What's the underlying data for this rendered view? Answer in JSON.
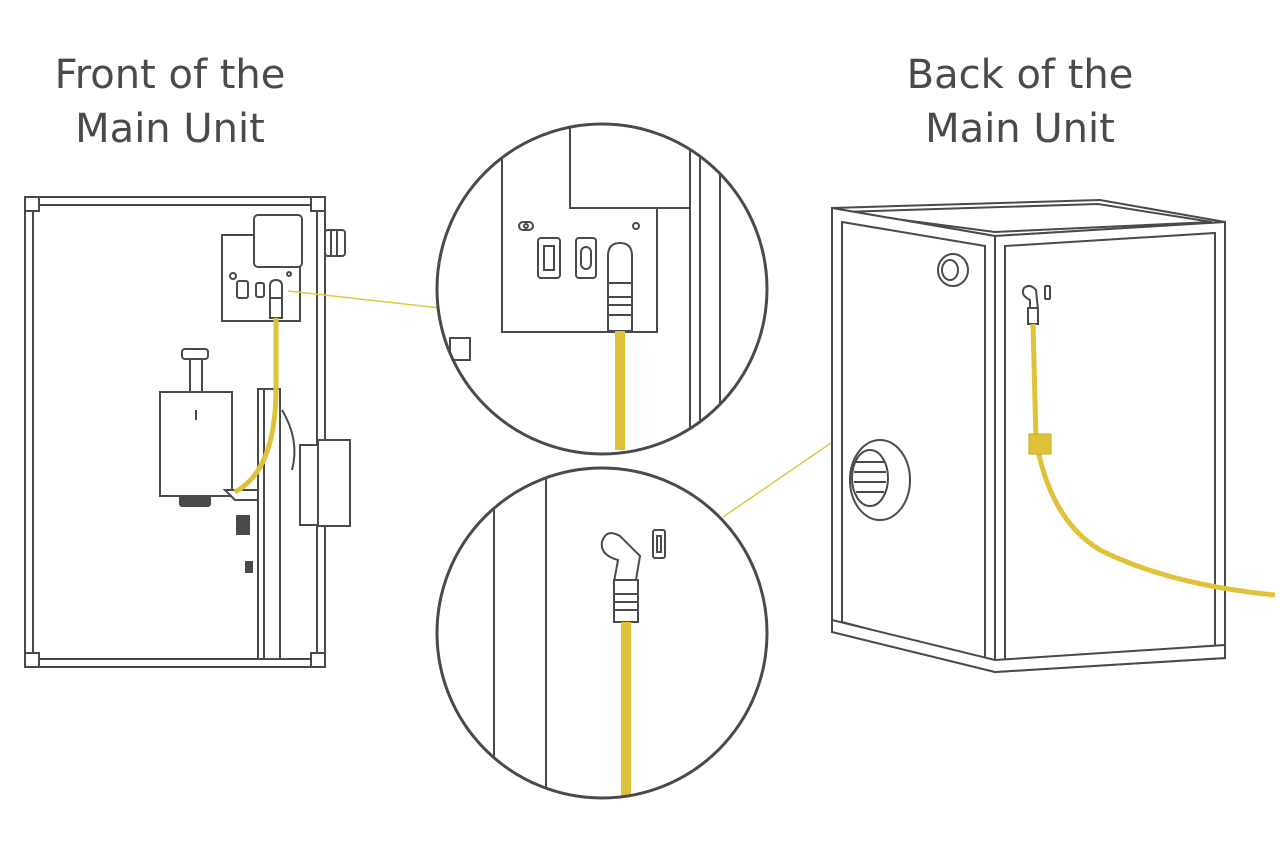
{
  "labels": {
    "front": {
      "line1": "Front of the",
      "line2": "Main Unit"
    },
    "back": {
      "line1": "Back of the",
      "line2": "Main Unit"
    }
  },
  "colors": {
    "outline": "#4a4a4d",
    "cable": "#e0c23a",
    "cable_edge": "#c9a91c",
    "leader": "#e2c544",
    "fill": "#ffffff"
  }
}
